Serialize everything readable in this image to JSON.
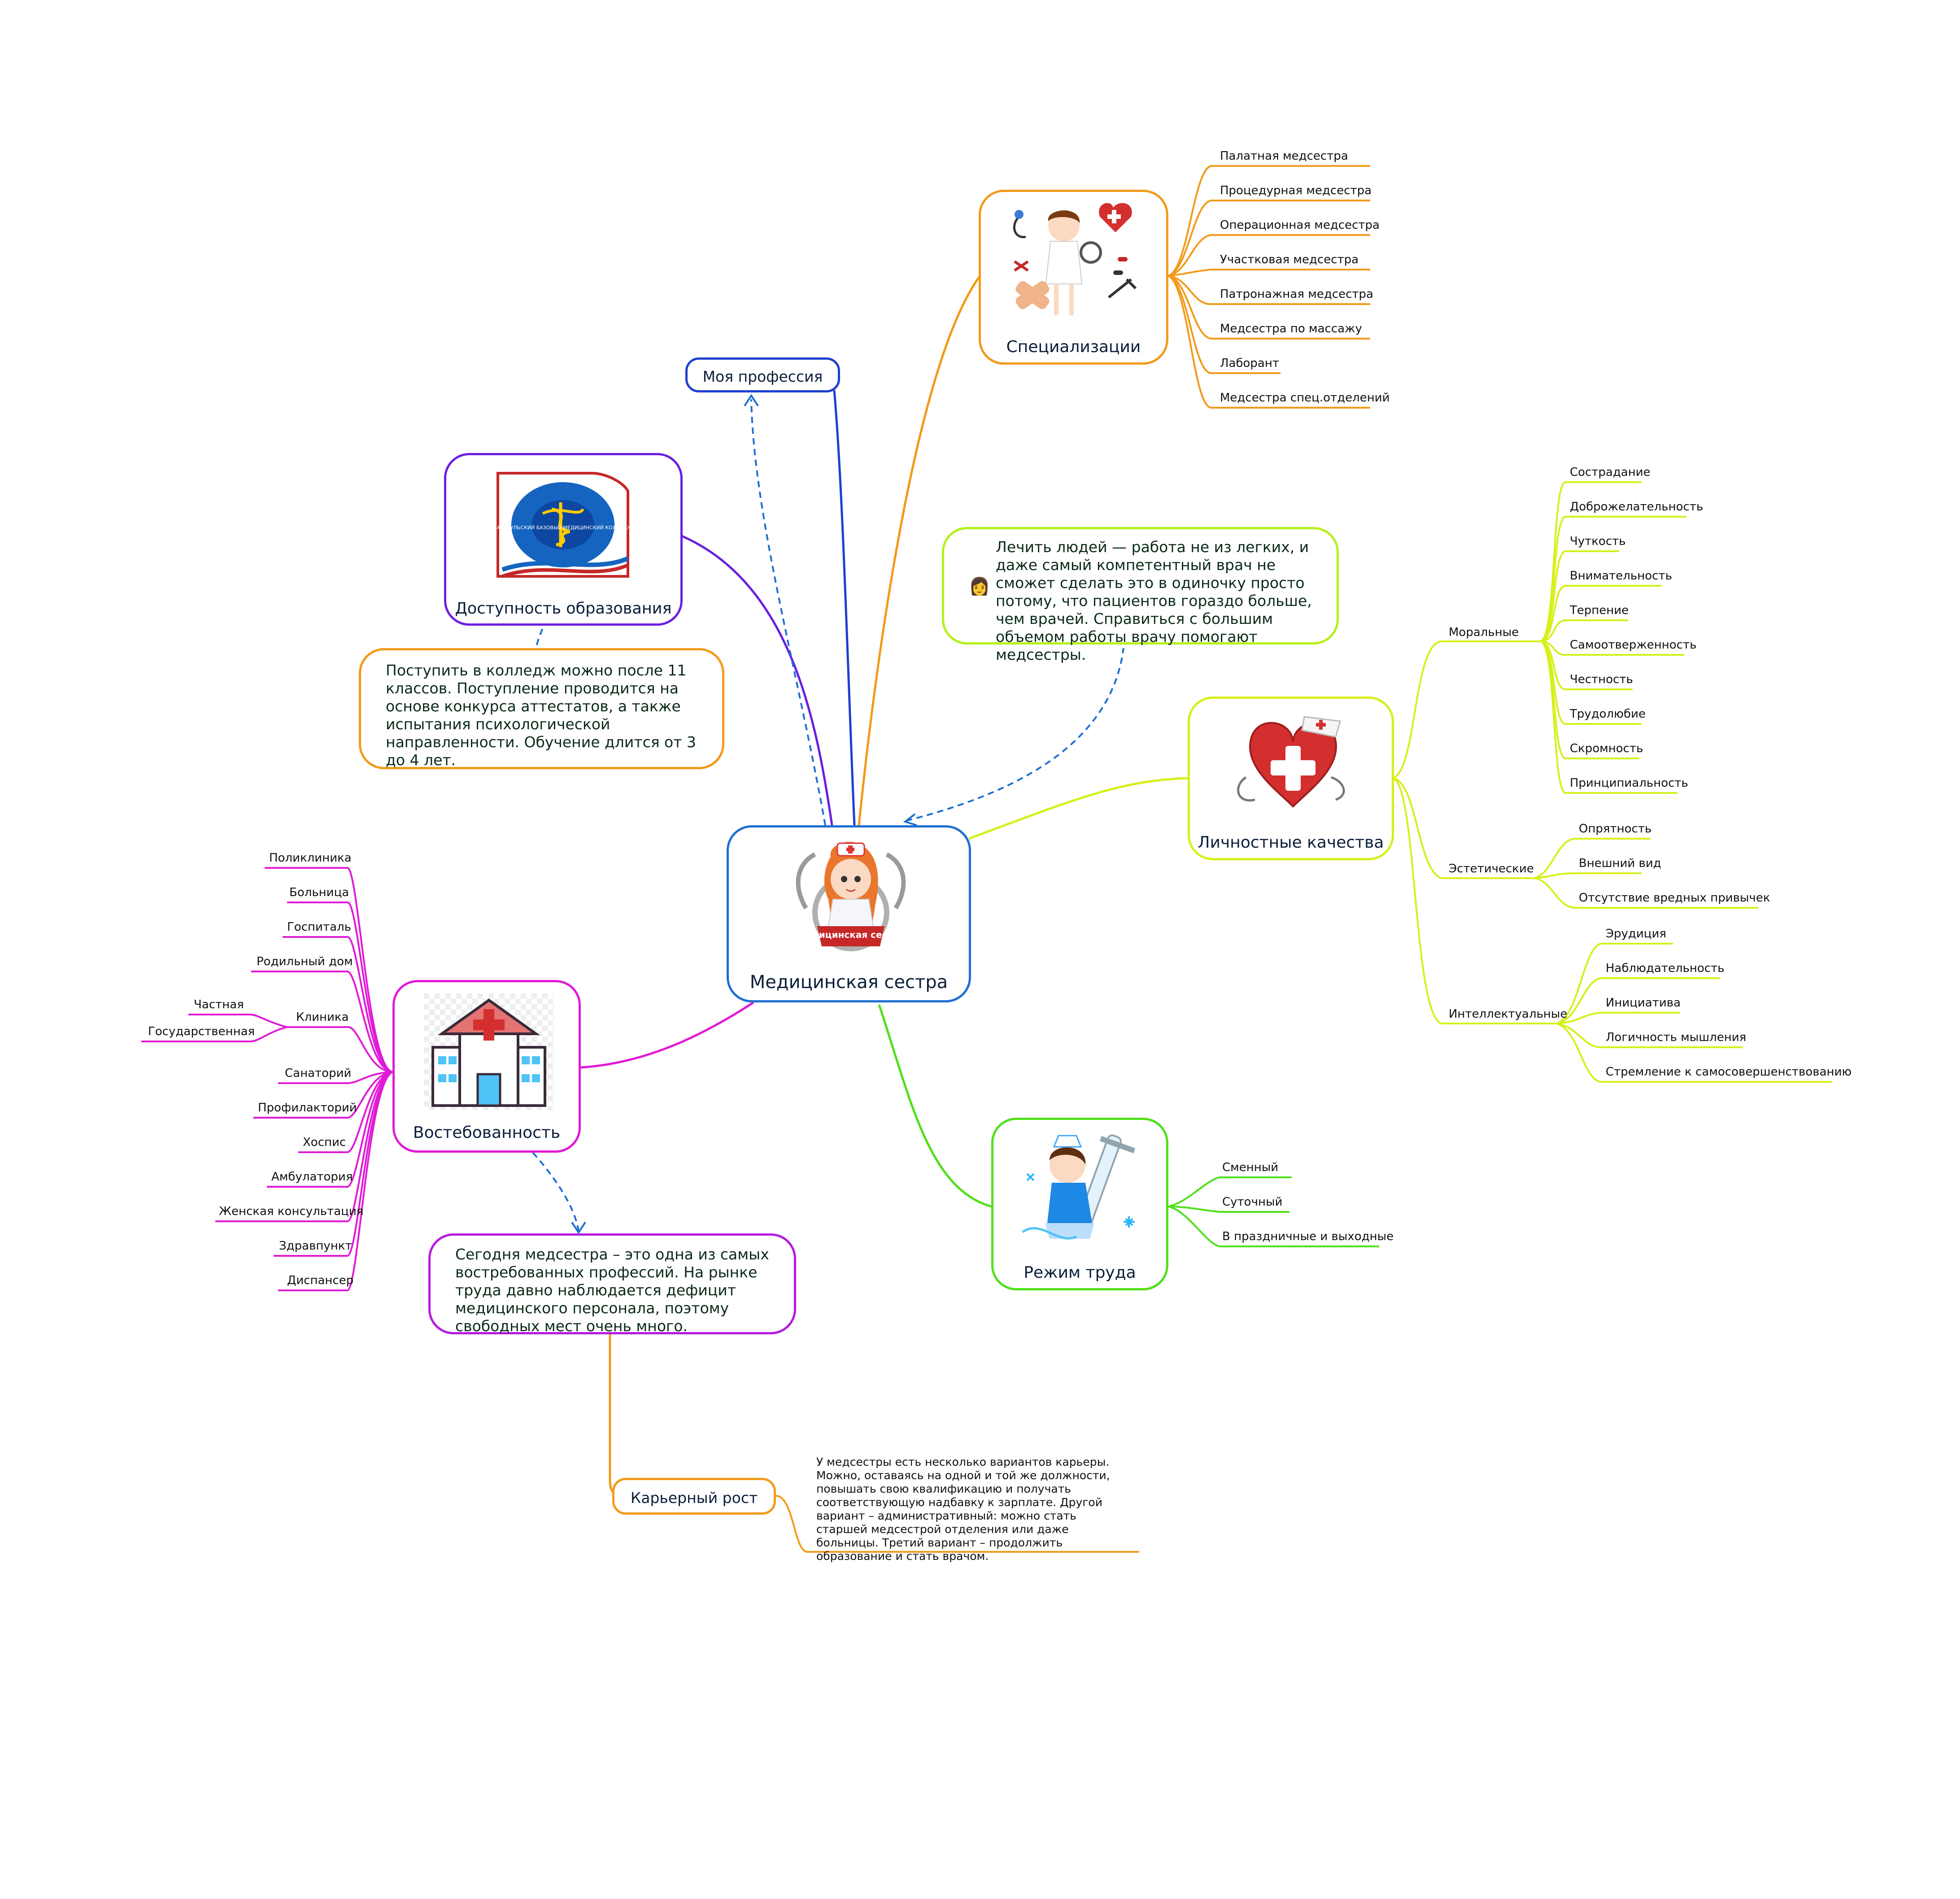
{
  "central": {
    "title": "Медицинская сестра",
    "badge_text": "Медицинская сестра"
  },
  "profession": {
    "label": "Моя профессия"
  },
  "education": {
    "label": "Доступность образования",
    "logo_text": "БАРНАУЛЬСКИЙ БАЗОВЫЙ МЕДИЦИНСКИЙ КОЛЛЕДЖ",
    "note": "Поступить в колледж можно после 11 классов. Поступление проводится на основе конкурса аттестатов, а также испытания психологической направленности. Обучение длится от 3 до 4 лет."
  },
  "quote": {
    "text": "Лечить людей — работа не из легких, и даже самый компетентный врач не сможет сделать это в одиночку просто потому, что пациентов гораздо больше, чем врачей. Справиться с большим объемом работы врачу помогают медсестры."
  },
  "specializations": {
    "label": "Специализации",
    "items": [
      "Палатная медсестра",
      "Процедурная медсестра",
      "Операционная медсестра",
      "Участковая медсестра",
      "Патронажная медсестра",
      "Медсестра по массажу",
      "Лаборант",
      "Медсестра спец.отделений"
    ]
  },
  "qualities": {
    "label": "Личностные качества",
    "groups": [
      {
        "name": "Моральные",
        "items": [
          "Сострадание",
          "Доброжелательность",
          "Чуткость",
          "Внимательность",
          "Терпение",
          "Самоотверженность",
          "Честность",
          "Трудолюбие",
          "Скромность",
          "Принципиальность"
        ]
      },
      {
        "name": "Эстетические",
        "items": [
          "Опрятность",
          "Внешний вид",
          "Отсутствие вредных привычек"
        ]
      },
      {
        "name": "Интеллектуальные",
        "items": [
          "Эрудиция",
          "Наблюдательность",
          "Инициатива",
          "Логичность мышления",
          "Стремление к самосовершенствованию"
        ]
      }
    ]
  },
  "schedule": {
    "label": "Режим труда",
    "items": [
      "Сменный",
      "Суточный",
      "В праздничные и выходные"
    ]
  },
  "demand": {
    "label": "Востебованность",
    "items": [
      "Поликлиника",
      "Больница",
      "Госпиталь",
      "Родильный дом",
      "Клиника",
      "Санаторий",
      "Профилакторий",
      "Хоспис",
      "Амбулатория",
      "Женская консультация",
      "Здравпункт",
      "Диспансер"
    ],
    "clinic_sub": [
      "Частная",
      "Государственная"
    ],
    "note": "Сегодня медсестра – это одна из самых востребованных профессий. На рынке труда давно наблюдается дефицит медицинского персонала, поэтому свободных мест очень много."
  },
  "career": {
    "label": "Карьерный рост",
    "note": "У медсестры есть несколько вариантов карьеры. Можно, оставаясь на одной и той же должности, повышать свою квалификацию и получать соответствующую надбавку к зарплате. Другой вариант – административный: можно стать старшей медсестрой отделения или даже больницы. Третий вариант – продолжить образование и стать врачом."
  },
  "colors": {
    "blue": "#1f6fd1",
    "navy": "#1e3fcf",
    "orange": "#f29a1a",
    "purple": "#6a1fe0",
    "lime": "#d6f01a",
    "green": "#4fe01a",
    "magenta": "#e01ad6",
    "violet": "#b51ae0"
  }
}
